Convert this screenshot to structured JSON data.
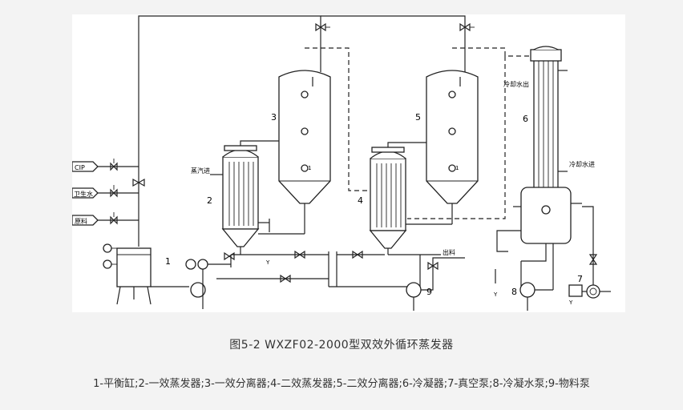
{
  "figure": {
    "caption": "图5-2    WXZF02-2000型双效外循环蒸发器",
    "legend": "1-平衡缸;2-一效蒸发器;3-一效分离器;4-二效蒸发器;5-二效分离器;6-冷凝器;7-真空泵;8-冷凝水泵;9-物料泵"
  },
  "diagram": {
    "inlets": [
      "CIP",
      "卫生水",
      "原料"
    ],
    "labels": {
      "steam_in": "蒸汽进",
      "cooling_water_out": "冷却水出",
      "cooling_water_in": "冷却水进",
      "product_out": "出料"
    },
    "numbers": [
      "1",
      "2",
      "3",
      "4",
      "5",
      "6",
      "7",
      "8",
      "9"
    ],
    "small_marks": {
      "drain": "Y",
      "level": "1"
    }
  }
}
